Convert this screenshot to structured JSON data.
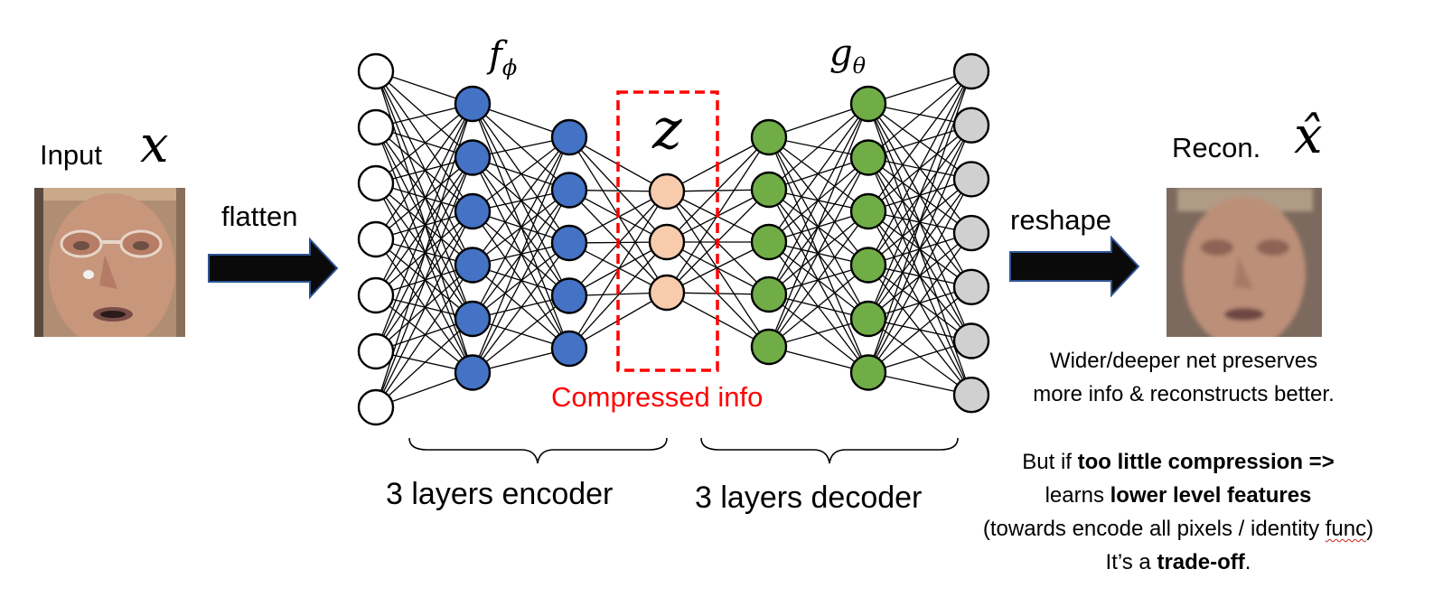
{
  "input_label": "Input",
  "input_symbol": "x",
  "flatten_label": "flatten",
  "encoder_symbol": "f",
  "encoder_symbol_sub": "ϕ",
  "decoder_symbol": "g",
  "decoder_symbol_sub": "θ",
  "latent_symbol": "z",
  "compressed_label": "Compressed info",
  "encoder_caption": "3 layers encoder",
  "decoder_caption": "3 layers decoder",
  "reshape_label": "reshape",
  "recon_label": "Recon.",
  "recon_symbol": "x̂",
  "note1": {
    "line1": "Wider/deeper net preserves",
    "line2": "more info & reconstructs better."
  },
  "note2": {
    "l1_a": "But if ",
    "l1_b": "too little compression =>",
    "l2_a": "learns ",
    "l2_b": "lower level features",
    "l3_a": "(towards encode all pixels / identity ",
    "l3_b": "func",
    "l3_c": ")",
    "l4_a": "It’s a ",
    "l4_b": "trade-off",
    "l4_c": "."
  },
  "network": {
    "layers": [
      {
        "name": "input-layer",
        "count": 7,
        "fill": "#ffffff"
      },
      {
        "name": "encoder-layer-1",
        "count": 6,
        "fill": "#4472c4"
      },
      {
        "name": "encoder-layer-2",
        "count": 5,
        "fill": "#4472c4"
      },
      {
        "name": "latent-layer",
        "count": 3,
        "fill": "#f8cbad"
      },
      {
        "name": "decoder-layer-1",
        "count": 5,
        "fill": "#70ad47"
      },
      {
        "name": "decoder-layer-2",
        "count": 6,
        "fill": "#70ad47"
      },
      {
        "name": "output-layer",
        "count": 7,
        "fill": "#d0d0d0"
      }
    ]
  },
  "colors": {
    "accent_red": "#ff0000",
    "arrow_fill": "#0a0a0a",
    "arrow_stroke": "#2f5597"
  }
}
